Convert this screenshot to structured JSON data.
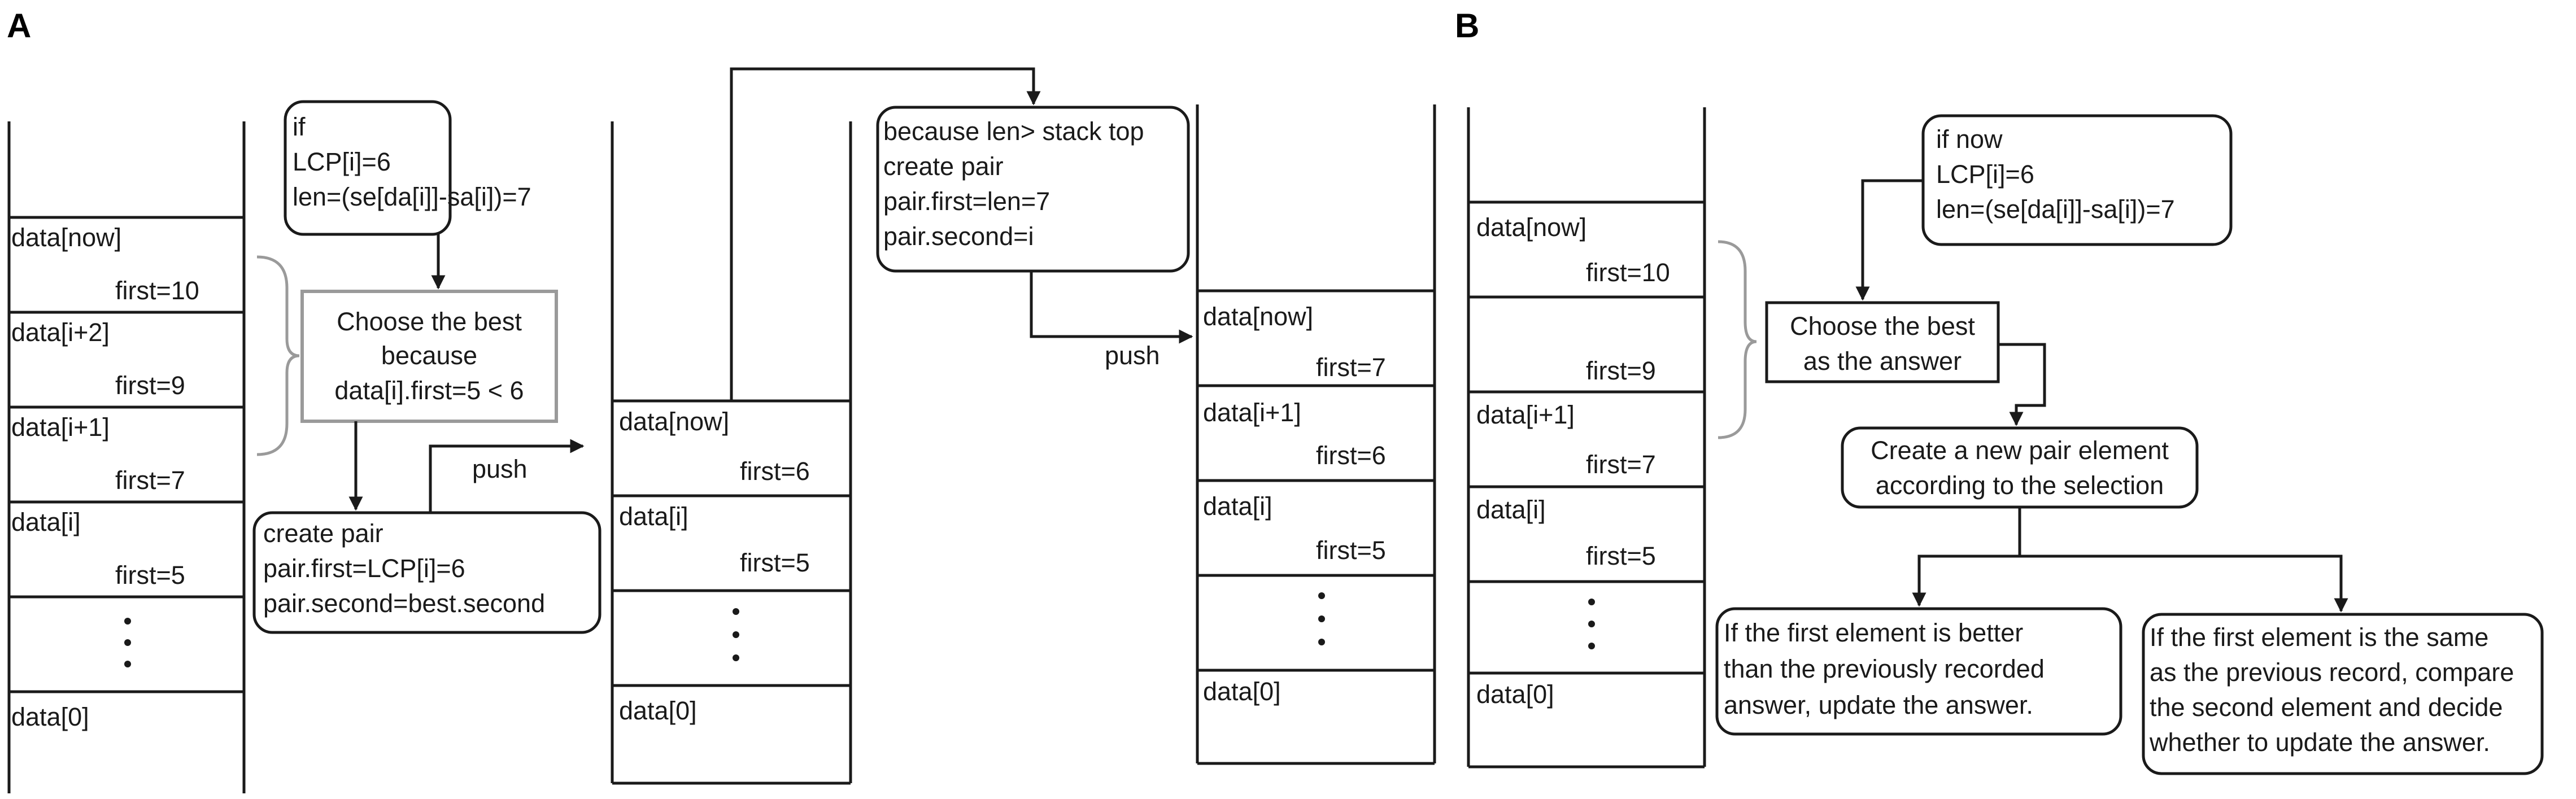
{
  "panel_a": {
    "label": "A",
    "stack1": {
      "cells": [
        {
          "name": "data[now]",
          "value": "first=10"
        },
        {
          "name": "data[i+2]",
          "value": "first=9"
        },
        {
          "name": "data[i+1]",
          "value": "first=7"
        },
        {
          "name": "data[i]",
          "value": "first=5"
        },
        {
          "name": "",
          "value": ""
        },
        {
          "name": "data[0]",
          "value": ""
        }
      ]
    },
    "if_box": [
      "if",
      "LCP[i]=6",
      "len=(se[da[i]]-sa[i])=7"
    ],
    "choose_box": [
      "Choose the best",
      "because",
      "data[i].first=5 < 6"
    ],
    "create_box": [
      "create pair",
      "pair.first=LCP[i]=6",
      "pair.second=best.second"
    ],
    "push1": "push",
    "stack2": {
      "cells": [
        {
          "name": "data[now]",
          "value": "first=6"
        },
        {
          "name": "data[i]",
          "value": "first=5"
        },
        {
          "name": "",
          "value": ""
        },
        {
          "name": "data[0]",
          "value": ""
        }
      ]
    },
    "because_box": [
      "because len> stack top",
      "create pair",
      "pair.first=len=7",
      "pair.second=i"
    ],
    "push2": "push",
    "stack3": {
      "cells": [
        {
          "name": "data[now]",
          "value": "first=7"
        },
        {
          "name": "data[i+1]",
          "value": "first=6"
        },
        {
          "name": "data[i]",
          "value": "first=5"
        },
        {
          "name": "",
          "value": ""
        },
        {
          "name": "data[0]",
          "value": ""
        }
      ]
    }
  },
  "panel_b": {
    "label": "B",
    "stack": {
      "cells": [
        {
          "name": "data[now]",
          "value": "first=10"
        },
        {
          "name": "",
          "value": "first=9"
        },
        {
          "name": "data[i+1]",
          "value": "first=7"
        },
        {
          "name": "data[i]",
          "value": "first=5"
        },
        {
          "name": "",
          "value": ""
        },
        {
          "name": "data[0]",
          "value": ""
        }
      ]
    },
    "if_box": [
      "if  now",
      "LCP[i]=6",
      "len=(se[da[i]]-sa[i])=7"
    ],
    "choose_box": [
      "Choose the best",
      "as the answer"
    ],
    "create_box": [
      "Create a new pair element",
      "according to the selection"
    ],
    "left_box": [
      "If the first element is better",
      "than the previously recorded",
      "answer, update the answer."
    ],
    "right_box": [
      "If the first element is the same",
      "as the previous record, compare",
      "the second element and decide",
      "whether to update the answer."
    ]
  }
}
